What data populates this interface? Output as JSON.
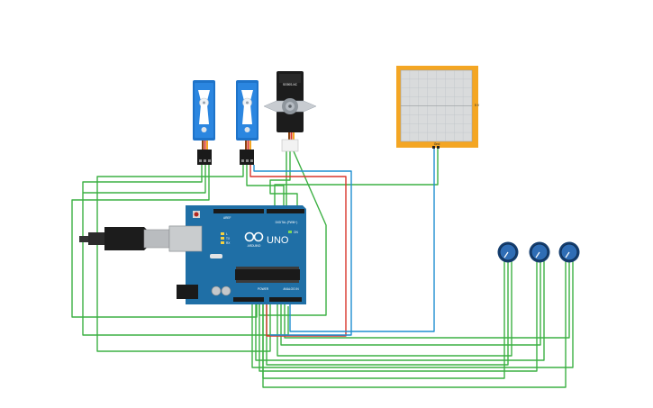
{
  "arduino": {
    "model": "UNO",
    "brand": "ARDUINO",
    "header_digital": "DIGITAL (PWM~)",
    "header_power": "POWER",
    "header_analog": "ANALOG IN",
    "tx_label": "TX",
    "rx_label": "RX",
    "l_label": "L",
    "on_label": "ON",
    "aref_label": "AREF"
  },
  "servo_large": {
    "label": "SG90S-NC"
  },
  "oscilloscope": {
    "side_label": "5 V",
    "bottom_label": "Gnd"
  },
  "colors": {
    "wire_green": "#3cb043",
    "wire_red": "#d9352b",
    "wire_blue": "#1f8fd1",
    "board_blue": "#1f6fa6",
    "servo_blue": "#1e73c9",
    "scope_orange": "#f4a623",
    "pot_blue": "#1b4f8a"
  }
}
